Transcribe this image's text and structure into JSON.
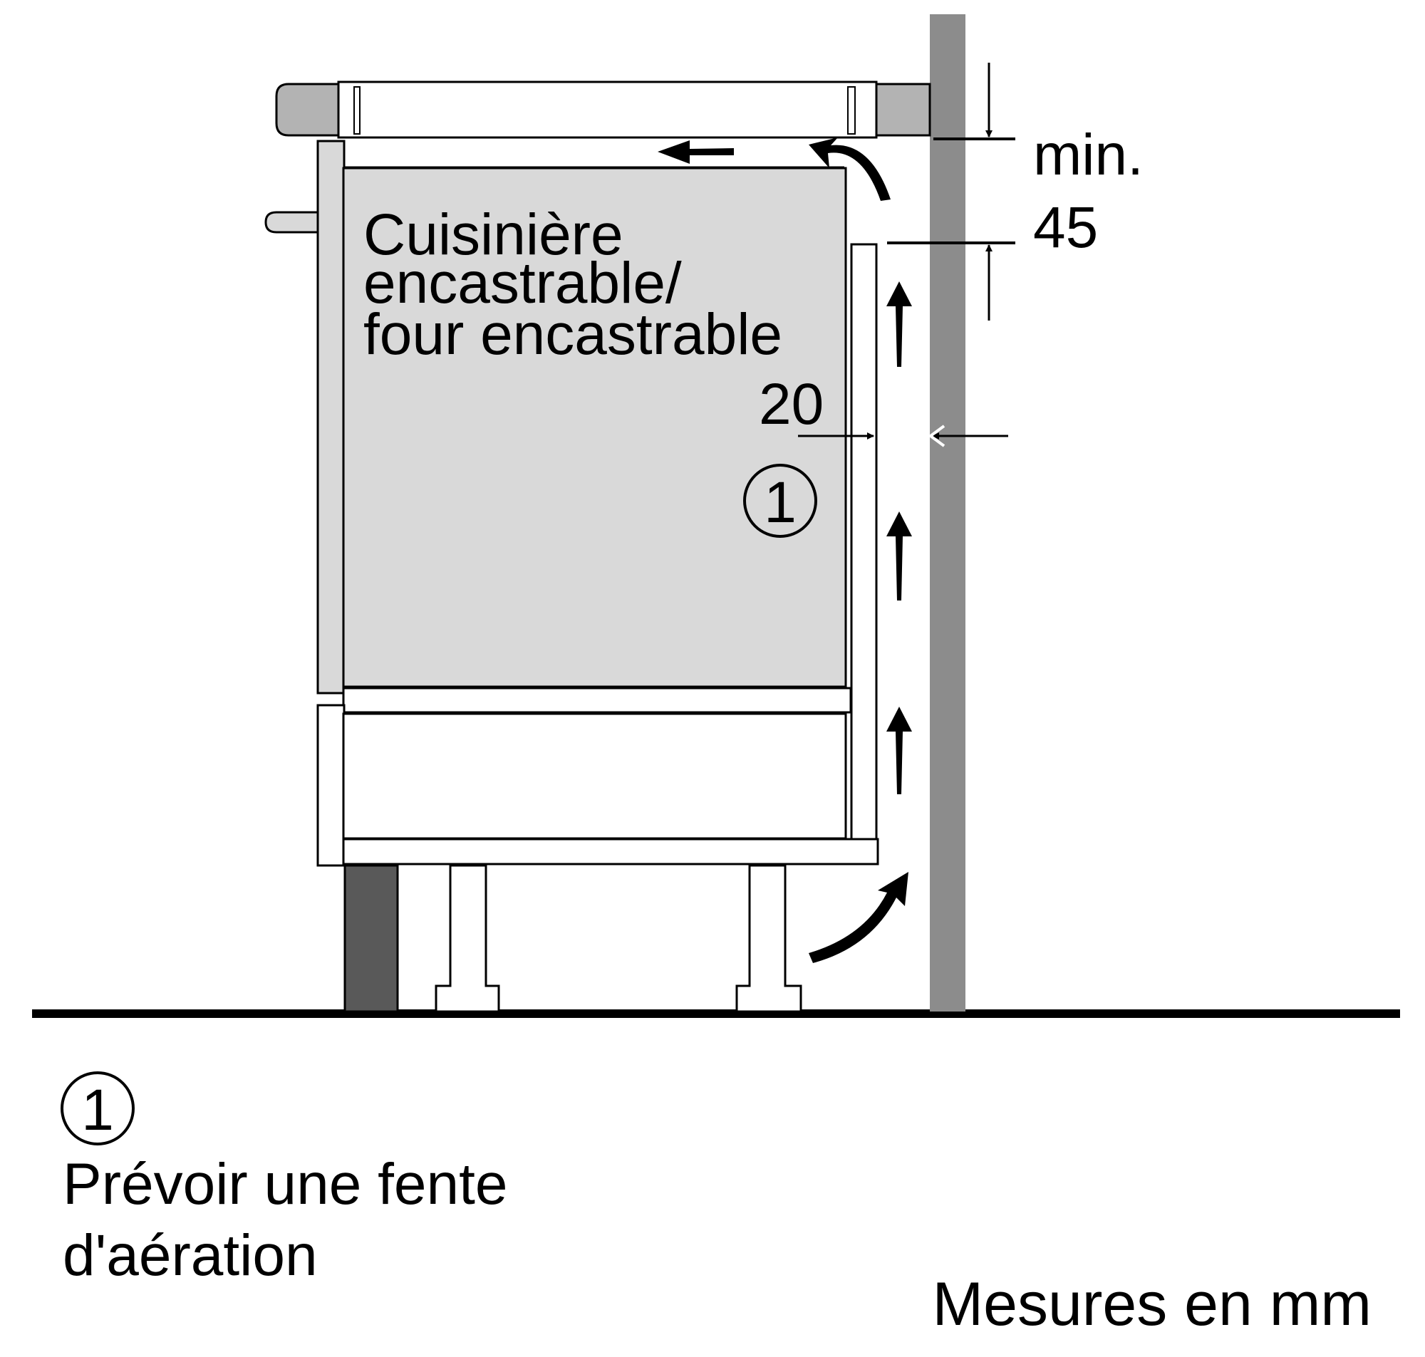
{
  "appliance_label": [
    "Cuisinière",
    "encastrable/",
    "four encastrable"
  ],
  "dimensions": {
    "top_gap_prefix": "min.",
    "top_gap_value": "45",
    "side_gap_value": "20"
  },
  "callout": {
    "marker": "1",
    "description": [
      "Prévoir une fente",
      "d'aération"
    ]
  },
  "units_note": "Mesures en mm",
  "colors": {
    "appliance_fill": "#d9d9d9",
    "worktop_fill": "#b3b3b3",
    "wall_fill": "#8c8c8c",
    "plinth_fill": "#595959",
    "line": "#000000"
  }
}
